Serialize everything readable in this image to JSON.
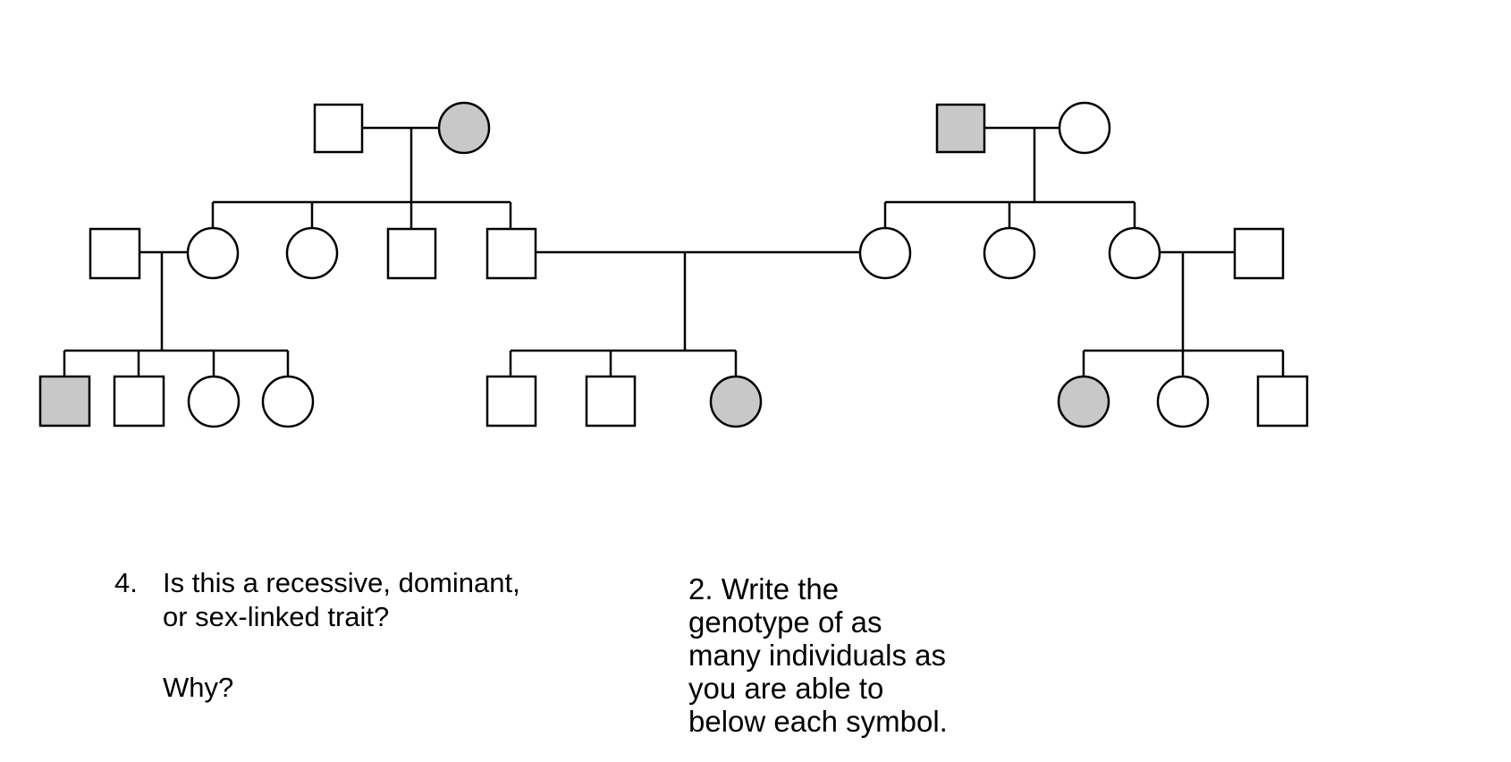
{
  "pedigree": {
    "affected_fill": "#c8c8c8",
    "unaffected_fill": "#ffffff",
    "stroke": "#000000"
  },
  "question_1": {
    "number": "4.",
    "line1": "Is this a recessive, dominant,",
    "line2": "or sex-linked trait?",
    "why": "Why?"
  },
  "question_2": {
    "line1": "2.  Write the",
    "line2": "genotype of as",
    "line3": "many individuals as",
    "line4": "you are able to",
    "line5": "below each symbol."
  }
}
